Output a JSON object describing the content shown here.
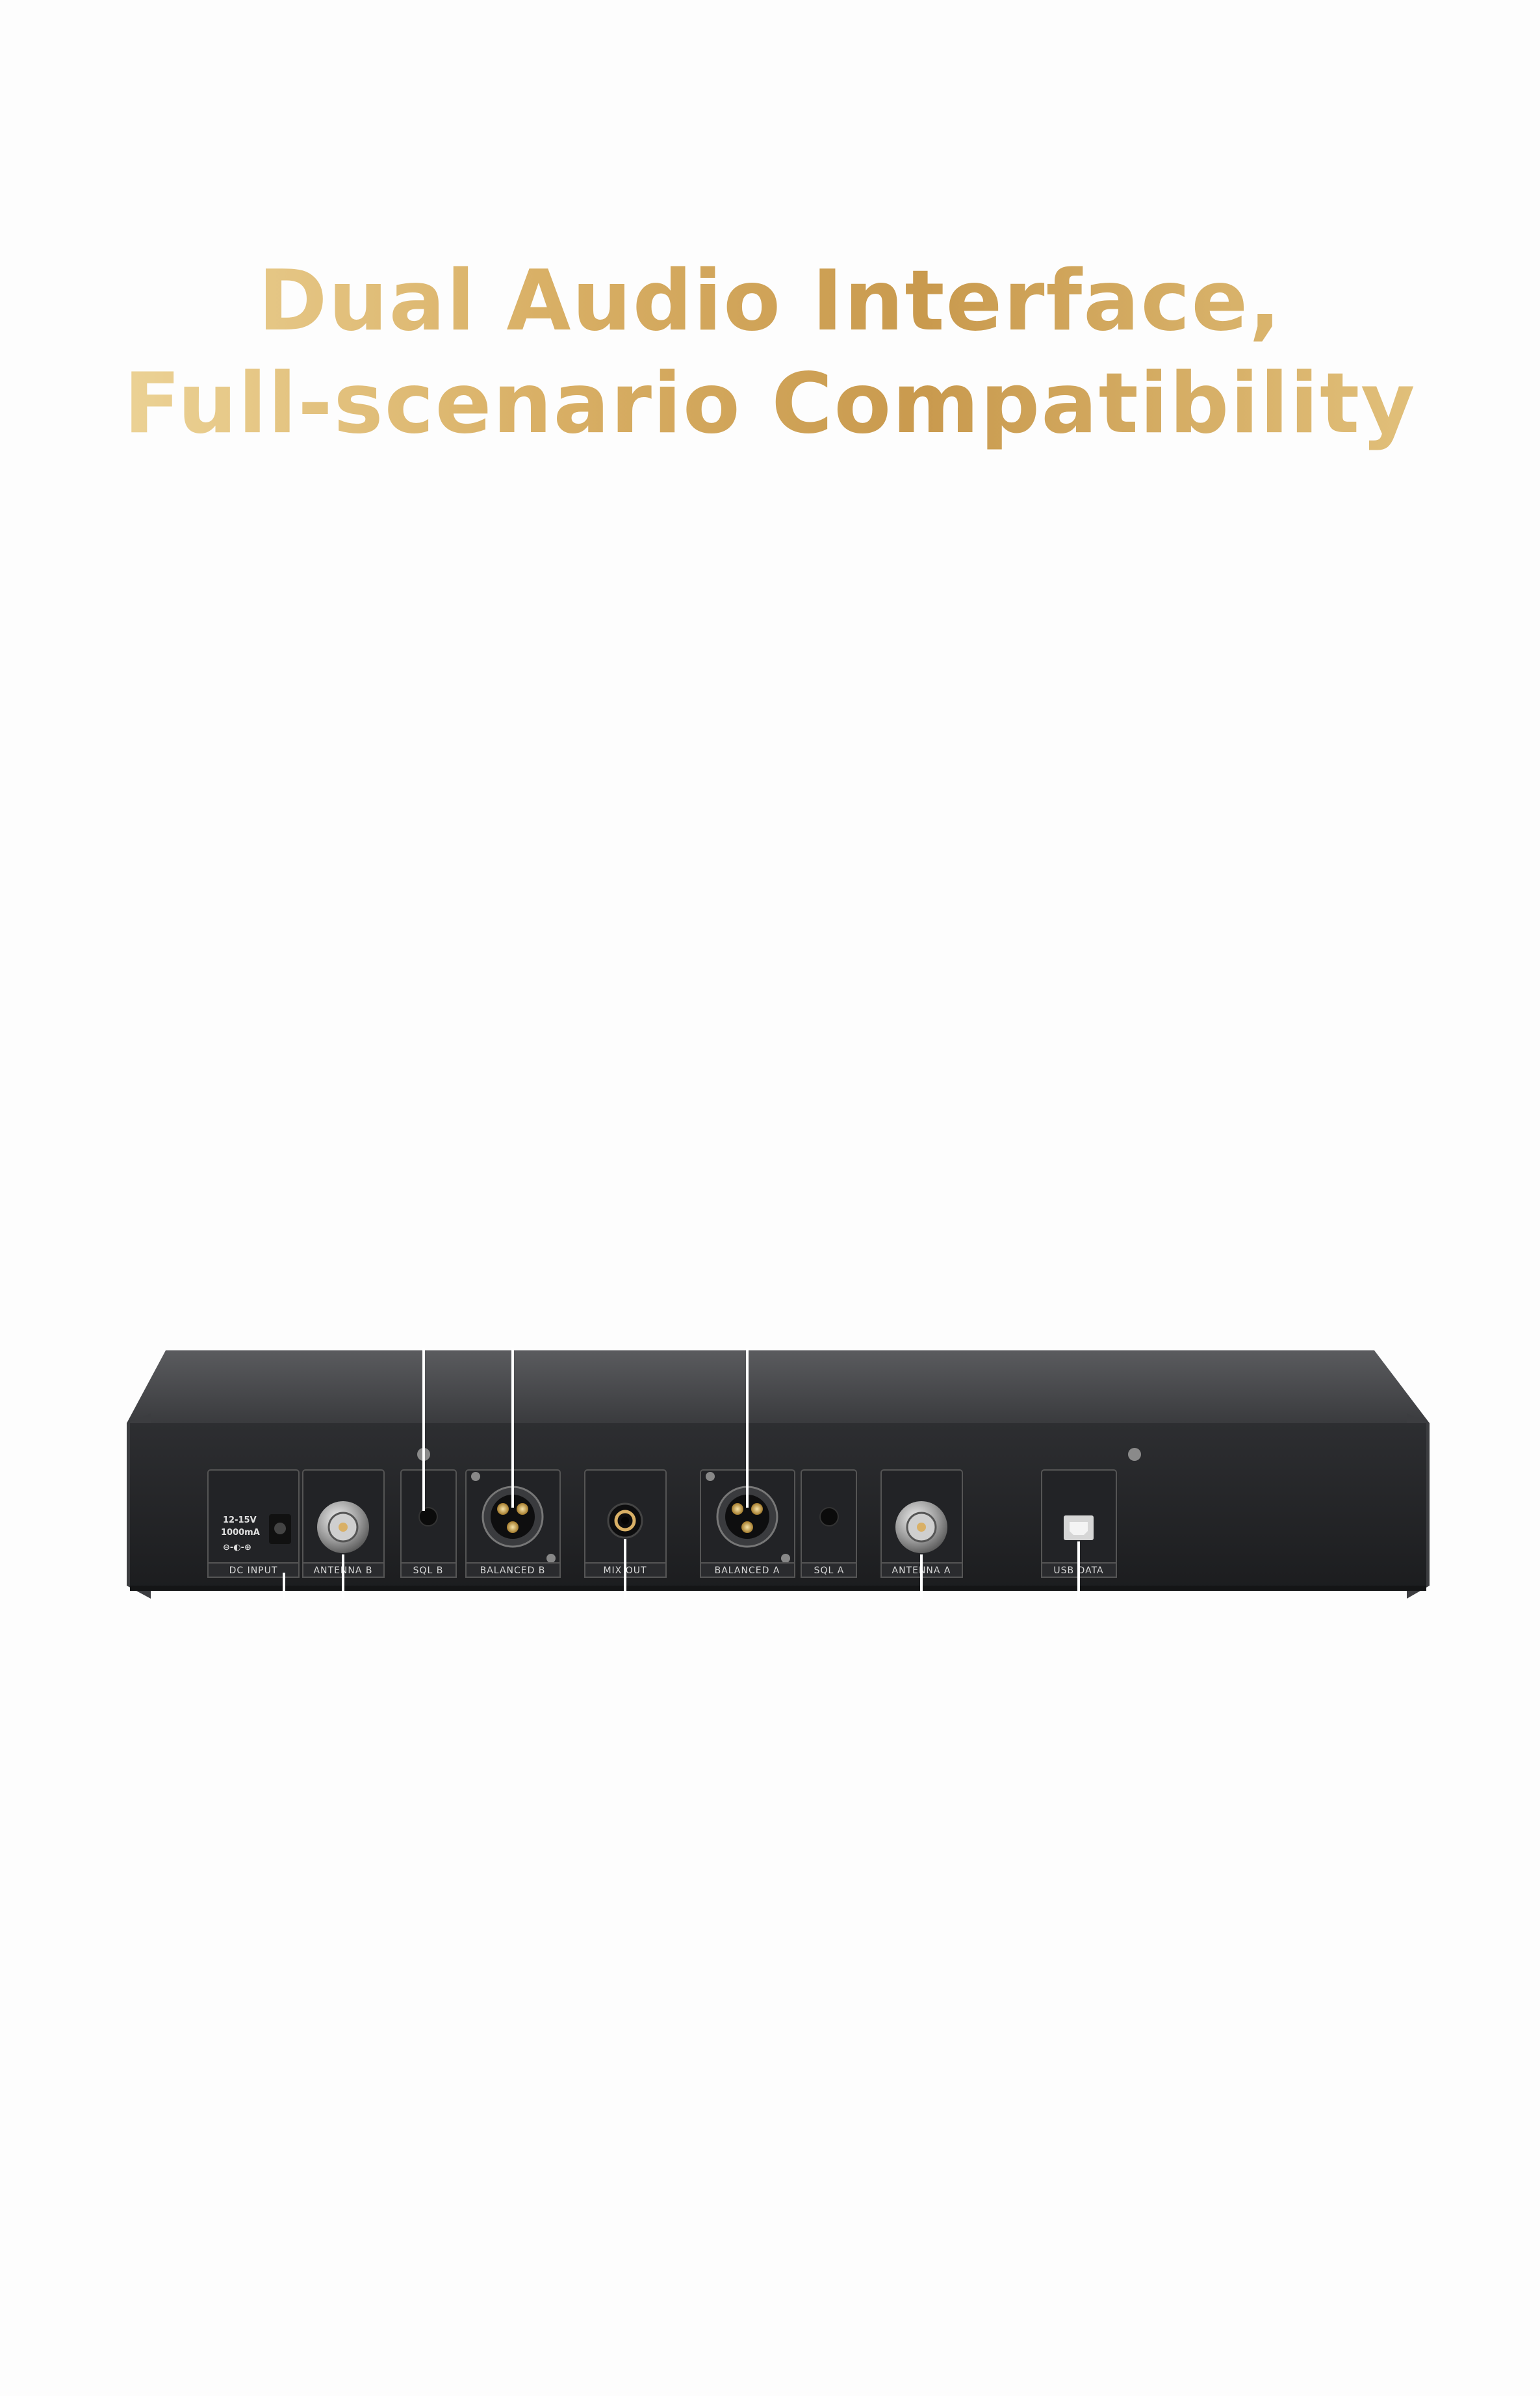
{
  "headline": {
    "line1": "Dual Audio Interface,",
    "line2": "Full-scenario Compatibility"
  },
  "panel": {
    "dc_input": {
      "label": "DC INPUT",
      "spec_voltage": "12-15V",
      "spec_current": "1000mA"
    },
    "ports": [
      {
        "id": "antenna-b",
        "label": "ANTENNA B"
      },
      {
        "id": "sql-b",
        "label": "SQL B"
      },
      {
        "id": "balanced-b",
        "label": "BALANCED B"
      },
      {
        "id": "mix-out",
        "label": "MIX OUT"
      },
      {
        "id": "balanced-a",
        "label": "BALANCED A"
      },
      {
        "id": "sql-a",
        "label": "SQL A"
      },
      {
        "id": "antenna-a",
        "label": "ANTENNA A"
      },
      {
        "id": "usb-data",
        "label": "USB DATA"
      }
    ]
  },
  "colors": {
    "gold_light": "#f1dca3",
    "gold_dark": "#c99a4e",
    "chassis": "#2b2c2e",
    "panel_face": "#1f2022",
    "label_text": "#d8d8d8",
    "background": "#fdfdfd"
  }
}
